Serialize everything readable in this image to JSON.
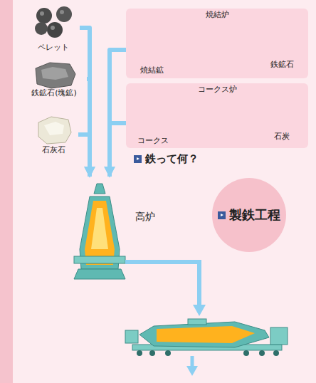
{
  "diagram": {
    "nodes": [
      {
        "text": [
          "ペレット"
        ]
      },
      {
        "text": [
          "鉄鉱石(塊鉱)"
        ]
      },
      {
        "text": [
          "石灰石"
        ]
      },
      {
        "text": [
          "焼結炉"
        ]
      },
      {
        "text": [
          "焼結鉱"
        ],
        "in": 3
      },
      {
        "text": [
          "鉄鉱石"
        ],
        "in": 3
      },
      {
        "text": [
          "コークス炉"
        ]
      },
      {
        "text": [
          "コークス"
        ],
        "in": 6
      },
      {
        "text": [
          "石炭"
        ],
        "in": 6
      },
      {
        "text": [
          "高炉"
        ]
      },
      {
        "text": [
          "製鉄工程"
        ]
      }
    ],
    "edges": [
      {
        "from": 5,
        "to": 4,
        "arrow": "to"
      },
      {
        "from": 8,
        "to": 7,
        "arrow": "to"
      },
      {
        "from": 0,
        "to": 9,
        "arrow": "to"
      },
      {
        "from": 1,
        "to": 9,
        "arrow": "to"
      },
      {
        "from": 2,
        "to": 9,
        "arrow": "to"
      },
      {
        "from": 4,
        "to": 9,
        "arrow": "to"
      },
      {
        "from": 7,
        "to": 9,
        "arrow": "to"
      }
    ],
    "labels": [
      "鉄って何？"
    ]
  }
}
